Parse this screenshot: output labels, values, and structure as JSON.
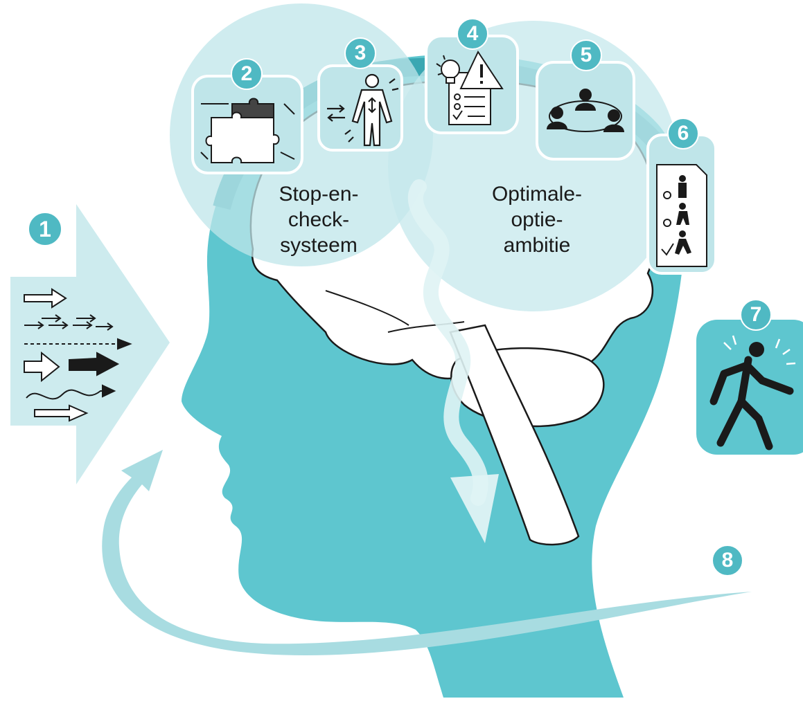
{
  "labels": {
    "stop_check": "Stop-en-\ncheck-\nsysteem",
    "optimal": "Optimale-\noptie-\nambitie"
  },
  "steps": [
    "1",
    "2",
    "3",
    "4",
    "5",
    "6",
    "7",
    "8"
  ],
  "colors": {
    "teal": "#5ec6cf",
    "teal_dark": "#3aa7b2",
    "teal_light": "#cdebee",
    "teal_pale": "#e3f4f5",
    "badge": "#4fb9c3",
    "ink": "#1a1a1a"
  },
  "icons": [
    "input-arrows-icon",
    "puzzle-icon",
    "body-scan-icon",
    "lightbulb-warning-checklist-icon",
    "group-icon",
    "action-options-document-icon",
    "walking-person-icon",
    "feedback-arrow-icon"
  ]
}
